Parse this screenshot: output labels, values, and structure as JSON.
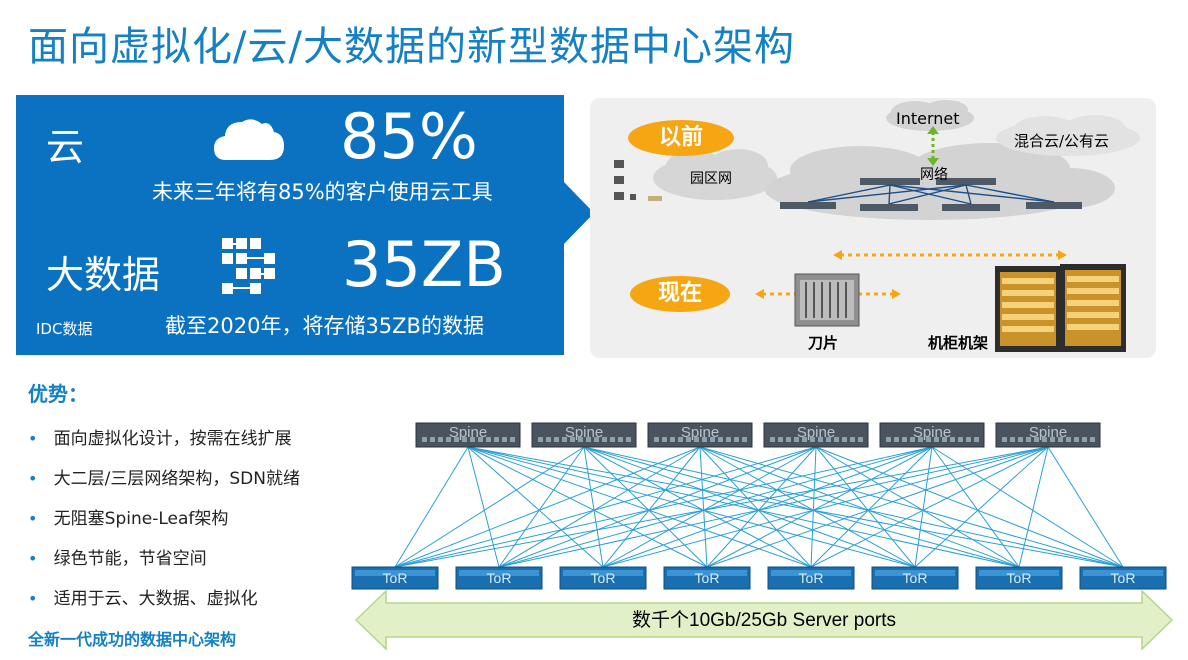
{
  "title": "面向虚拟化/云/大数据的新型数据中心架构",
  "cloud": {
    "label": "云",
    "percent": "85%",
    "desc": "未来三年将有85%的客户使用云工具"
  },
  "bigdata": {
    "label": "大数据",
    "amount": "35ZB",
    "idc": "IDC数据",
    "desc": "截至2020年，将存储35ZB的数据"
  },
  "past_present": {
    "past": "以前",
    "present": "现在",
    "internet": "Internet",
    "hybrid_cloud": "混合云/公有云",
    "campus": "园区网",
    "network": "网络",
    "blade": "刀片",
    "rack": "机柜机架"
  },
  "advantages": {
    "title": "优势：",
    "items": [
      "面向虚拟化设计，按需在线扩展",
      "大二层/三层网络架构，SDN就绪",
      "无阻塞Spine-Leaf架构",
      "绿色节能，节省空间",
      "适用于云、大数据、虚拟化"
    ],
    "footer": "全新一代成功的数据中心架构"
  },
  "fabric": {
    "spine_label": "Spine",
    "tor_label": "ToR",
    "spine_count": 6,
    "tor_count": 8,
    "ports_label": "数千个10Gb/25Gb Server ports"
  },
  "colors": {
    "accent": "#1580c3",
    "panel_blue": "#0a72c0",
    "orange": "#f7a613",
    "link": "#2a9fd6"
  }
}
